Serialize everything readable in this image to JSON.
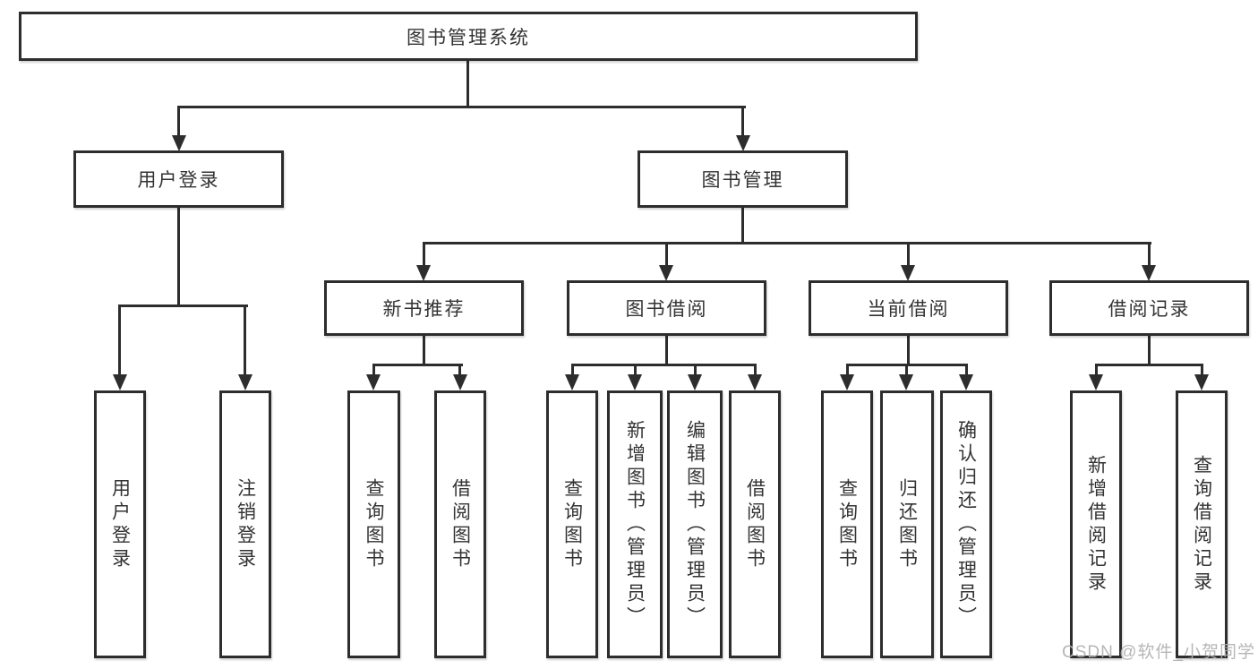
{
  "diagram_title": "图书管理系统",
  "colors": {
    "line": "#2d2d2d",
    "text": "#333333",
    "watermark": "#b0b0b0",
    "background": "#ffffff"
  },
  "nodes": {
    "root": "图书管理系统",
    "level2": [
      "用户登录",
      "图书管理"
    ],
    "level3": [
      "新书推荐",
      "图书借阅",
      "当前借阅",
      "借阅记录"
    ],
    "leaves": {
      "login": [
        "用户登录",
        "注销登录"
      ],
      "recommend": [
        "查询图书",
        "借阅图书"
      ],
      "borrowing": [
        "查询图书",
        "新增图书（管理员）",
        "编辑图书（管理员）",
        "借阅图书"
      ],
      "current": [
        "查询图书",
        "归还图书",
        "确认归还（管理员）"
      ],
      "records": [
        "新增借阅记录",
        "查询借阅记录"
      ]
    }
  },
  "watermark": {
    "text": "CSDN @软件_小贺同学"
  }
}
